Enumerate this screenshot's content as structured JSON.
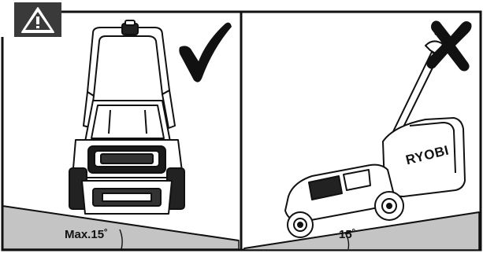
{
  "panels": {
    "left": {
      "angle_label": "Max.15˚",
      "verdict": "check-mark"
    },
    "right": {
      "angle_label": "15˚",
      "verdict": "cross-mark"
    }
  },
  "warning_icon": "warning-triangle-icon",
  "brand_text": "RYOBI",
  "colors": {
    "ground": "#c4c4c4",
    "outline": "#111111",
    "badge": "#3a3a3a"
  }
}
